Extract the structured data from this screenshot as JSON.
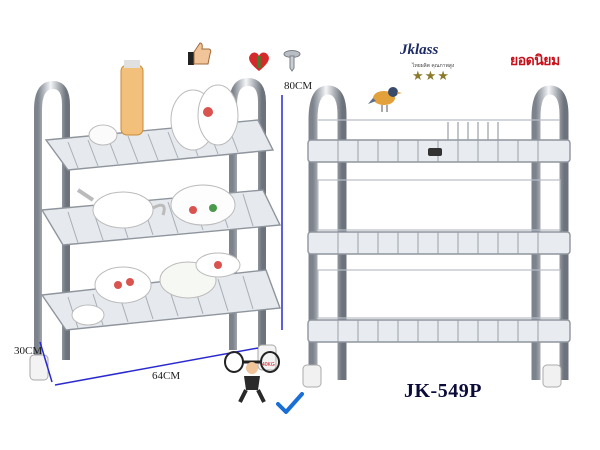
{
  "labels": {
    "height": "80CM",
    "depth": "30CM",
    "width": "64CM",
    "model": "JK-549P",
    "brand": "Jklass",
    "brand_sub": "ไทยผลิต คุณภาพสูง",
    "thai_text": "ยอดนิยม",
    "stars": "★★★",
    "weight_badge": "40KG"
  },
  "icons": [
    "thumbs-up-icon",
    "heart-icon",
    "screw-icon",
    "bird-icon",
    "checkmark-icon",
    "weightlifter-icon"
  ],
  "colors": {
    "steel": "#c9ced6",
    "dim_line": "#2a2ad0",
    "brand_blue": "#1b2a66",
    "thai_red": "#c8101a",
    "check": "#1a6fd6"
  }
}
